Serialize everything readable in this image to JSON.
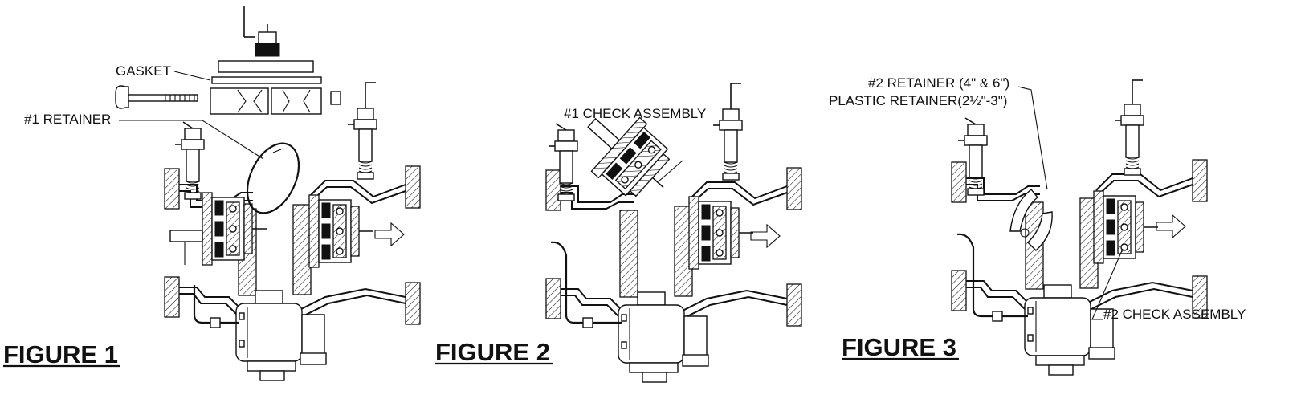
{
  "figures": [
    {
      "title": "FIGURE 1",
      "callouts": {
        "gasket": "GASKET",
        "retainer": "#1 RETAINER"
      }
    },
    {
      "title": "FIGURE 2",
      "callouts": {
        "check_assembly": "#1 CHECK ASSEMBLY"
      }
    },
    {
      "title": "FIGURE 3",
      "callouts": {
        "retainer_large": "#2 RETAINER (4\" & 6\")",
        "retainer_plastic": "PLASTIC RETAINER(2½\"-3\")",
        "check_assembly": "#2 CHECK ASSEMBLY"
      }
    }
  ]
}
